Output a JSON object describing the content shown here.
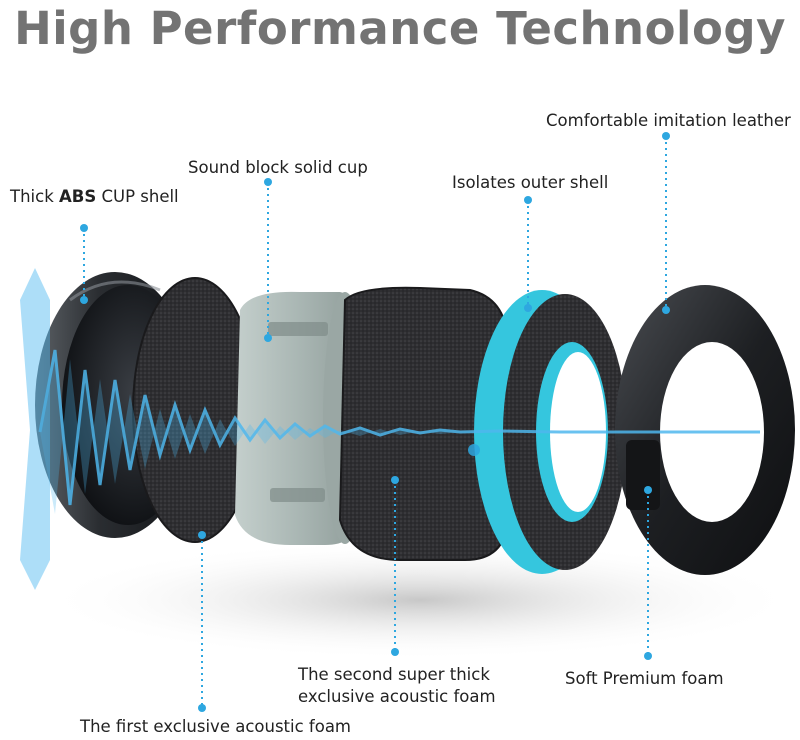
{
  "title": "High Performance Technology",
  "labels": {
    "abs_prefix": "Thick ",
    "abs_bold": "ABS",
    "abs_suffix": " CUP shell",
    "sound_block": "Sound block solid cup",
    "isolates": "Isolates outer shell",
    "comfortable": "Comfortable imitation leather",
    "first_foam": "The first exclusive acoustic foam",
    "second_foam_line1": "The second super thick",
    "second_foam_line2": "exclusive  acoustic foam",
    "premium_foam": "Soft Premium foam"
  },
  "colors": {
    "title": "#737373",
    "accent": "#2ea7e0",
    "wave": "#4fb8ee",
    "foam": "#2b2b2d",
    "cup_grey": "#aab7b4",
    "cyan_ring": "#35c6de"
  }
}
